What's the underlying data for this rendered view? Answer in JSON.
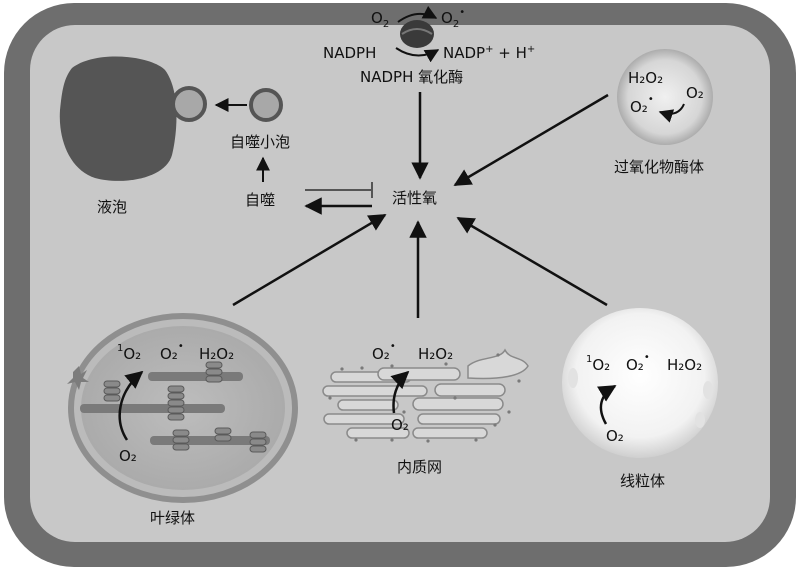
{
  "nadph_oxidase": {
    "o2": "O",
    "o2_sub": "2",
    "superoxide": "O",
    "superoxide_sub": "2",
    "superoxide_sup": "•",
    "nadph": "NADPH",
    "nadp": "NADP",
    "nadp_sup": "+",
    "plus_h": " + H",
    "h_sup": "+",
    "label": "NADPH 氧化酶"
  },
  "peroxisome": {
    "h2o2": "H₂O₂",
    "o2": "O₂",
    "superoxide": "O₂",
    "superoxide_sup": "•",
    "label": "过氧化物酶体"
  },
  "autophagy": {
    "vacuole_label": "液泡",
    "autophagosome_label": "自噬小泡",
    "autophagy_label": "自噬"
  },
  "ros_label": "活性氧",
  "chloroplast": {
    "singlet_sup": "1",
    "singlet_o2": "O₂",
    "superoxide": "O₂",
    "superoxide_sup": "•",
    "h2o2": "H₂O₂",
    "o2": "O₂",
    "label": "叶绿体"
  },
  "er": {
    "superoxide": "O₂",
    "superoxide_sup": "•",
    "h2o2": "H₂O₂",
    "o2": "O₂",
    "label": "内质网"
  },
  "mitochondrion": {
    "singlet_sup": "1",
    "singlet_o2": "O₂",
    "superoxide": "O₂",
    "superoxide_sup": "•",
    "h2o2": "H₂O₂",
    "o2": "O₂",
    "label": "线粒体"
  },
  "colors": {
    "cell_wall": "#6e6e6e",
    "cytoplasm": "#c8c8c8",
    "vacuole": "#555555",
    "organelle_light": "#e6e6e6",
    "arrow": "#111111"
  }
}
